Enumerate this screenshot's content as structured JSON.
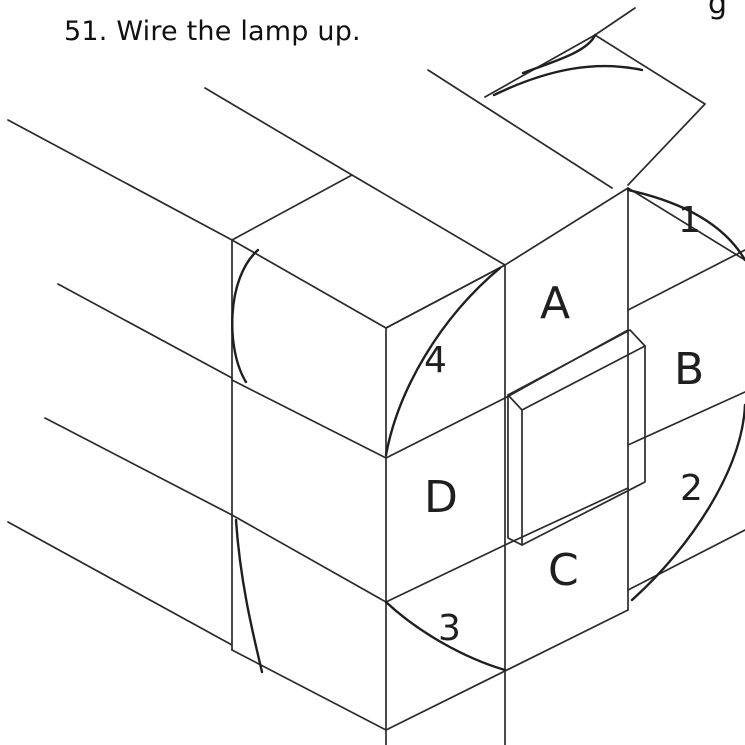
{
  "header_fragment": "g",
  "title": "51. Wire the lamp up.",
  "labels": {
    "A": "A",
    "B": "B",
    "C": "C",
    "D": "D",
    "one": "1",
    "two": "2",
    "three": "3",
    "four": "4"
  },
  "colors": {
    "ink": "#2b2b2b",
    "background": "#ffffff"
  }
}
